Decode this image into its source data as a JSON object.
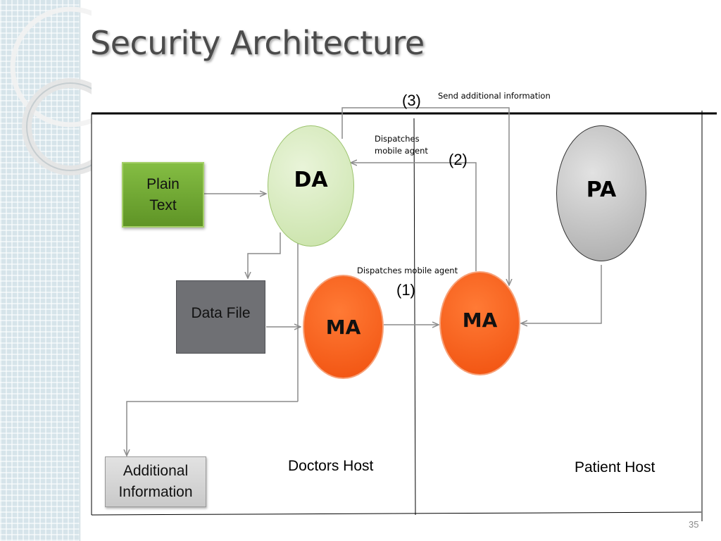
{
  "slide": {
    "title": "Security Architecture",
    "page_number": "35"
  },
  "labels": {
    "step3": "(3)",
    "send_info": "Send additional information",
    "dispatches_line1": "Dispatches",
    "dispatches_line2": "mobile agent",
    "step2": "(2)",
    "dispatches_mobile_agent": "Dispatches mobile agent",
    "step1": "(1)",
    "doctors_host": "Doctors Host",
    "patient_host": "Patient Host"
  },
  "nodes": {
    "plain_text": "Plain\nText",
    "da": "DA",
    "pa": "PA",
    "data_file": "Data File",
    "ma_left": "MA",
    "ma_right": "MA",
    "additional_information": "Additional\nInformation"
  },
  "colors": {
    "plain_text_fill": "#72a838",
    "da_fill": "#d4e9b9",
    "pa_fill": "#bdbdbd",
    "data_file_fill": "#6f7074",
    "ma_fill": "#ff5a14",
    "additional_info_fill": "#d3d3d3",
    "connector": "#8c8c8c"
  }
}
